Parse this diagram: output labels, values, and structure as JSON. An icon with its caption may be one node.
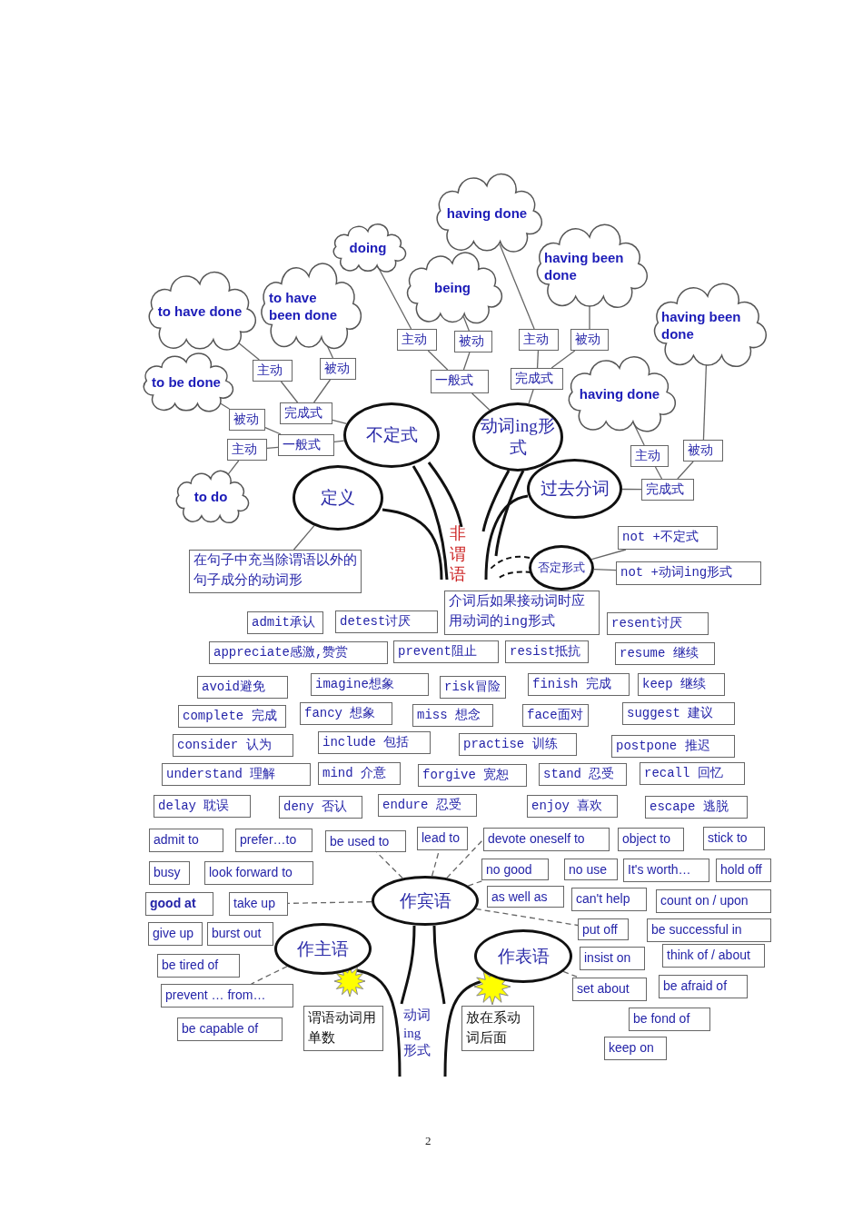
{
  "diagram": {
    "nodes": [
      {
        "text": [
          "不定式"
        ]
      },
      {
        "text": [
          "一般式"
        ]
      },
      {
        "text": [
          "完成式"
        ]
      },
      {
        "text": [
          "主动"
        ]
      },
      {
        "text": [
          "被动"
        ]
      },
      {
        "text": [
          "to do"
        ]
      },
      {
        "text": [
          "to be done"
        ]
      },
      {
        "text": [
          "主动"
        ]
      },
      {
        "text": [
          "被动"
        ]
      },
      {
        "text": [
          "to have done"
        ]
      },
      {
        "text": [
          "to have been done"
        ]
      },
      {
        "text": [
          "动词ing形式"
        ]
      },
      {
        "text": [
          "一般式"
        ]
      },
      {
        "text": [
          "完成式"
        ]
      },
      {
        "text": [
          "主动"
        ]
      },
      {
        "text": [
          "被动"
        ]
      },
      {
        "text": [
          "doing"
        ]
      },
      {
        "text": [
          "being"
        ]
      },
      {
        "text": [
          "主动"
        ]
      },
      {
        "text": [
          "被动"
        ]
      },
      {
        "text": [
          "having done"
        ]
      },
      {
        "text": [
          "having been done"
        ]
      },
      {
        "text": [
          "过去分词"
        ]
      },
      {
        "text": [
          "完成式"
        ]
      },
      {
        "text": [
          "主动"
        ]
      },
      {
        "text": [
          "被动"
        ]
      },
      {
        "text": [
          "having done"
        ]
      },
      {
        "text": [
          "having been done"
        ]
      },
      {
        "text": [
          "定义"
        ]
      },
      {
        "text": [
          "在句子中充当除谓语以外的句子成分的动词形"
        ]
      },
      {
        "text": [
          "否定形式"
        ]
      },
      {
        "text": [
          "not +不定式"
        ]
      },
      {
        "text": [
          "not +动词ing形式"
        ]
      },
      {
        "text": [
          "介词后如果接动词时应用动词的ing形式"
        ]
      },
      {
        "text": [
          "admit承认"
        ]
      },
      {
        "text": [
          "detest讨厌"
        ]
      },
      {
        "text": [
          "resent讨厌"
        ]
      },
      {
        "text": [
          "appreciate感激,赞赏"
        ]
      },
      {
        "text": [
          "prevent阻止"
        ]
      },
      {
        "text": [
          "resist抵抗"
        ]
      },
      {
        "text": [
          "resume 继续"
        ]
      },
      {
        "text": [
          "avoid避免"
        ]
      },
      {
        "text": [
          "imagine想象"
        ]
      },
      {
        "text": [
          "risk冒险"
        ]
      },
      {
        "text": [
          "finish 完成"
        ]
      },
      {
        "text": [
          "keep 继续"
        ]
      },
      {
        "text": [
          "complete 完成"
        ]
      },
      {
        "text": [
          "fancy 想象"
        ]
      },
      {
        "text": [
          "miss 想念"
        ]
      },
      {
        "text": [
          "face面对"
        ]
      },
      {
        "text": [
          "suggest 建议"
        ]
      },
      {
        "text": [
          "consider 认为"
        ]
      },
      {
        "text": [
          "include 包括"
        ]
      },
      {
        "text": [
          "practise 训练"
        ]
      },
      {
        "text": [
          "postpone 推迟"
        ]
      },
      {
        "text": [
          "understand 理解"
        ]
      },
      {
        "text": [
          "mind 介意"
        ]
      },
      {
        "text": [
          "forgive 宽恕"
        ]
      },
      {
        "text": [
          "stand 忍受"
        ]
      },
      {
        "text": [
          "recall 回忆"
        ]
      },
      {
        "text": [
          "delay 耽误"
        ]
      },
      {
        "text": [
          "deny 否认"
        ]
      },
      {
        "text": [
          "endure 忍受"
        ]
      },
      {
        "text": [
          "enjoy 喜欢"
        ]
      },
      {
        "text": [
          "escape 逃脱"
        ]
      },
      {
        "text": [
          "admit to"
        ]
      },
      {
        "text": [
          "prefer…to"
        ]
      },
      {
        "text": [
          "be used to"
        ]
      },
      {
        "text": [
          "lead to"
        ]
      },
      {
        "text": [
          "devote oneself to"
        ]
      },
      {
        "text": [
          "object to"
        ]
      },
      {
        "text": [
          "stick to"
        ]
      },
      {
        "text": [
          "busy"
        ]
      },
      {
        "text": [
          "look forward to"
        ]
      },
      {
        "text": [
          "作宾语"
        ]
      },
      {
        "text": [
          "no good"
        ]
      },
      {
        "text": [
          "no use"
        ]
      },
      {
        "text": [
          "It's worth…"
        ]
      },
      {
        "text": [
          "hold off"
        ]
      },
      {
        "text": [
          "good at"
        ]
      },
      {
        "text": [
          "take up"
        ]
      },
      {
        "text": [
          "as well as"
        ]
      },
      {
        "text": [
          "can't help"
        ]
      },
      {
        "text": [
          "count on / upon"
        ]
      },
      {
        "text": [
          "give up"
        ]
      },
      {
        "text": [
          "burst out"
        ]
      },
      {
        "text": [
          "作主语"
        ]
      },
      {
        "text": [
          "作表语"
        ]
      },
      {
        "text": [
          "put off"
        ]
      },
      {
        "text": [
          "be successful in"
        ]
      },
      {
        "text": [
          "be tired of"
        ]
      },
      {
        "text": [
          "insist on"
        ]
      },
      {
        "text": [
          "think of / about"
        ]
      },
      {
        "text": [
          "prevent … from…"
        ]
      },
      {
        "text": [
          "set about"
        ]
      },
      {
        "text": [
          "be afraid of"
        ]
      },
      {
        "text": [
          "be capable of"
        ]
      },
      {
        "text": [
          "谓语动词用单数"
        ]
      },
      {
        "text": [
          "放在系动词后面"
        ]
      },
      {
        "text": [
          "be fond of"
        ]
      },
      {
        "text": [
          "keep on"
        ]
      }
    ],
    "edges": [
      {
        "from": 0,
        "to": 1,
        "arrow": "none"
      },
      {
        "from": 0,
        "to": 2,
        "arrow": "none"
      },
      {
        "from": 1,
        "to": 3,
        "arrow": "none"
      },
      {
        "from": 1,
        "to": 4,
        "arrow": "none"
      },
      {
        "from": 3,
        "to": 5,
        "arrow": "none"
      },
      {
        "from": 4,
        "to": 6,
        "arrow": "none"
      },
      {
        "from": 2,
        "to": 7,
        "arrow": "none"
      },
      {
        "from": 2,
        "to": 8,
        "arrow": "none"
      },
      {
        "from": 7,
        "to": 9,
        "arrow": "none"
      },
      {
        "from": 8,
        "to": 10,
        "arrow": "none"
      },
      {
        "from": 11,
        "to": 12,
        "arrow": "none"
      },
      {
        "from": 11,
        "to": 13,
        "arrow": "none"
      },
      {
        "from": 12,
        "to": 14,
        "arrow": "none"
      },
      {
        "from": 12,
        "to": 15,
        "arrow": "none"
      },
      {
        "from": 14,
        "to": 16,
        "arrow": "none"
      },
      {
        "from": 15,
        "to": 17,
        "arrow": "none"
      },
      {
        "from": 13,
        "to": 18,
        "arrow": "none"
      },
      {
        "from": 13,
        "to": 19,
        "arrow": "none"
      },
      {
        "from": 18,
        "to": 20,
        "arrow": "none"
      },
      {
        "from": 19,
        "to": 21,
        "arrow": "none"
      },
      {
        "from": 22,
        "to": 23,
        "arrow": "none"
      },
      {
        "from": 23,
        "to": 24,
        "arrow": "none"
      },
      {
        "from": 23,
        "to": 25,
        "arrow": "none"
      },
      {
        "from": 24,
        "to": 26,
        "arrow": "none"
      },
      {
        "from": 25,
        "to": 27,
        "arrow": "none"
      },
      {
        "from": 28,
        "to": 29,
        "arrow": "none"
      },
      {
        "from": 30,
        "to": 31,
        "arrow": "none"
      },
      {
        "from": 30,
        "to": 32,
        "arrow": "none"
      },
      {
        "from": 74,
        "to": 67,
        "arrow": "none",
        "style": "dashed"
      },
      {
        "from": 74,
        "to": 68,
        "arrow": "none",
        "style": "dashed"
      },
      {
        "from": 74,
        "to": 69,
        "arrow": "none",
        "style": "dashed"
      },
      {
        "from": 74,
        "to": 80,
        "arrow": "none",
        "style": "dashed"
      },
      {
        "from": 74,
        "to": 75,
        "arrow": "none",
        "style": "dashed"
      },
      {
        "from": 74,
        "to": 88,
        "arrow": "none",
        "style": "dashed"
      },
      {
        "from": 86,
        "to": 93,
        "arrow": "none",
        "style": "dashed"
      },
      {
        "from": 87,
        "to": 94,
        "arrow": "none",
        "style": "dashed"
      }
    ],
    "labels": [
      "非谓语",
      "动词ing形式",
      "2"
    ]
  }
}
